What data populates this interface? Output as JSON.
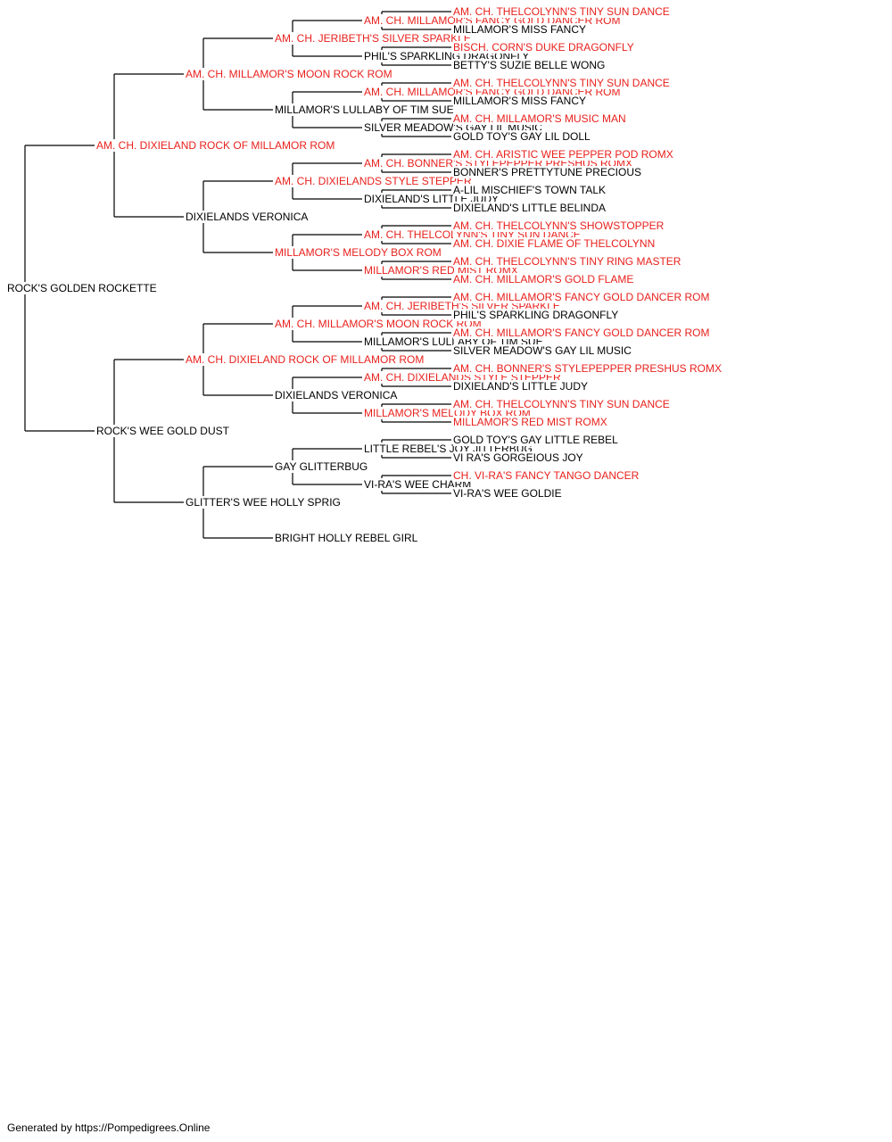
{
  "colors": {
    "champion": "#e8211d",
    "normal": "#000000",
    "line": "#000000"
  },
  "pedigree": {
    "name": "ROCK'S GOLDEN ROCKETTE",
    "champion": false,
    "sire": {
      "name": "AM. CH. DIXIELAND ROCK OF MILLAMOR ROM",
      "champion": true,
      "sire": {
        "name": "AM. CH. MILLAMOR'S MOON ROCK ROM",
        "champion": true,
        "sire": {
          "name": "AM. CH. JERIBETH'S SILVER SPARKLE",
          "champion": true,
          "sire": {
            "name": "AM. CH. MILLAMOR'S FANCY GOLD DANCER ROM",
            "champion": true,
            "sire": {
              "name": "AM. CH. THELCOLYNN'S TINY SUN DANCE",
              "champion": true
            },
            "dam": {
              "name": "MILLAMOR'S MISS FANCY",
              "champion": false
            }
          },
          "dam": {
            "name": "PHIL'S SPARKLING DRAGONFLY",
            "champion": false,
            "sire": {
              "name": "BISCH. CORN'S DUKE DRAGONFLY",
              "champion": true
            },
            "dam": {
              "name": "BETTY'S SUZIE BELLE WONG",
              "champion": false
            }
          }
        },
        "dam": {
          "name": "MILLAMOR'S LULLABY OF TIM SUE",
          "champion": false,
          "sire": {
            "name": "AM. CH. MILLAMOR'S FANCY GOLD DANCER ROM",
            "champion": true,
            "sire": {
              "name": "AM. CH. THELCOLYNN'S TINY SUN DANCE",
              "champion": true
            },
            "dam": {
              "name": "MILLAMOR'S MISS FANCY",
              "champion": false
            }
          },
          "dam": {
            "name": "SILVER MEADOW'S GAY LIL MUSIC",
            "champion": false,
            "sire": {
              "name": "AM. CH. MILLAMOR'S MUSIC MAN",
              "champion": true
            },
            "dam": {
              "name": "GOLD TOY'S GAY LIL DOLL",
              "champion": false
            }
          }
        }
      },
      "dam": {
        "name": "DIXIELANDS VERONICA",
        "champion": false,
        "sire": {
          "name": "AM. CH. DIXIELANDS STYLE STEPPER",
          "champion": true,
          "sire": {
            "name": "AM. CH. BONNER'S STYLEPEPPER PRESHUS ROMX",
            "champion": true,
            "sire": {
              "name": "AM. CH. ARISTIC WEE PEPPER POD ROMX",
              "champion": true
            },
            "dam": {
              "name": "BONNER'S PRETTYTUNE PRECIOUS",
              "champion": false
            }
          },
          "dam": {
            "name": "DIXIELAND'S LITTLE JUDY",
            "champion": false,
            "sire": {
              "name": "A-LIL MISCHIEF'S TOWN TALK",
              "champion": false
            },
            "dam": {
              "name": "DIXIELAND'S LITTLE BELINDA",
              "champion": false
            }
          }
        },
        "dam": {
          "name": "MILLAMOR'S MELODY BOX ROM",
          "champion": true,
          "sire": {
            "name": "AM. CH. THELCOLYNN'S TINY SUN DANCE",
            "champion": true,
            "sire": {
              "name": "AM. CH. THELCOLYNN'S SHOWSTOPPER",
              "champion": true
            },
            "dam": {
              "name": "AM. CH. DIXIE FLAME OF THELCOLYNN",
              "champion": true
            }
          },
          "dam": {
            "name": "MILLAMOR'S RED MIST ROMX",
            "champion": true,
            "sire": {
              "name": "AM. CH. THELCOLYNN'S TINY RING MASTER",
              "champion": true
            },
            "dam": {
              "name": "AM. CH. MILLAMOR'S GOLD FLAME",
              "champion": true
            }
          }
        }
      }
    },
    "dam": {
      "name": "ROCK'S WEE GOLD DUST",
      "champion": false,
      "sire": {
        "name": "AM. CH. DIXIELAND ROCK OF MILLAMOR ROM",
        "champion": true,
        "sire": {
          "name": "AM. CH. MILLAMOR'S MOON ROCK ROM",
          "champion": true,
          "sire": {
            "name": "AM. CH. JERIBETH'S SILVER SPARKLE",
            "champion": true,
            "sire": {
              "name": "AM. CH. MILLAMOR'S FANCY GOLD DANCER ROM",
              "champion": true
            },
            "dam": {
              "name": "PHIL'S SPARKLING DRAGONFLY",
              "champion": false
            }
          },
          "dam": {
            "name": "MILLAMOR'S LULLABY OF TIM SUE",
            "champion": false,
            "sire": {
              "name": "AM. CH. MILLAMOR'S FANCY GOLD DANCER ROM",
              "champion": true
            },
            "dam": {
              "name": "SILVER MEADOW'S GAY LIL MUSIC",
              "champion": false
            }
          }
        },
        "dam": {
          "name": "DIXIELANDS VERONICA",
          "champion": false,
          "sire": {
            "name": "AM. CH. DIXIELANDS STYLE STEPPER",
            "champion": true,
            "sire": {
              "name": "AM. CH. BONNER'S STYLEPEPPER PRESHUS ROMX",
              "champion": true
            },
            "dam": {
              "name": "DIXIELAND'S LITTLE JUDY",
              "champion": false
            }
          },
          "dam": {
            "name": "MILLAMOR'S MELODY BOX ROM",
            "champion": true,
            "sire": {
              "name": "AM. CH. THELCOLYNN'S TINY SUN DANCE",
              "champion": true
            },
            "dam": {
              "name": "MILLAMOR'S RED MIST ROMX",
              "champion": true
            }
          }
        }
      },
      "dam": {
        "name": "GLITTER'S WEE HOLLY SPRIG",
        "champion": false,
        "sire": {
          "name": "GAY GLITTERBUG",
          "champion": false,
          "sire": {
            "name": "LITTLE REBEL'S JOY JITTERBUG",
            "champion": false,
            "sire": {
              "name": "GOLD TOY'S GAY LITTLE REBEL",
              "champion": false
            },
            "dam": {
              "name": "VI RA'S GORGEIOUS JOY",
              "champion": false
            }
          },
          "dam": {
            "name": "VI-RA'S WEE CHARM",
            "champion": false,
            "sire": {
              "name": "CH. VI-RA'S FANCY TANGO DANCER",
              "champion": true
            },
            "dam": {
              "name": "VI-RA'S WEE GOLDIE",
              "champion": false
            }
          }
        },
        "dam": {
          "name": "BRIGHT HOLLY REBEL GIRL",
          "champion": false
        }
      }
    }
  },
  "footer": "Generated by https://Pompedigrees.Online"
}
